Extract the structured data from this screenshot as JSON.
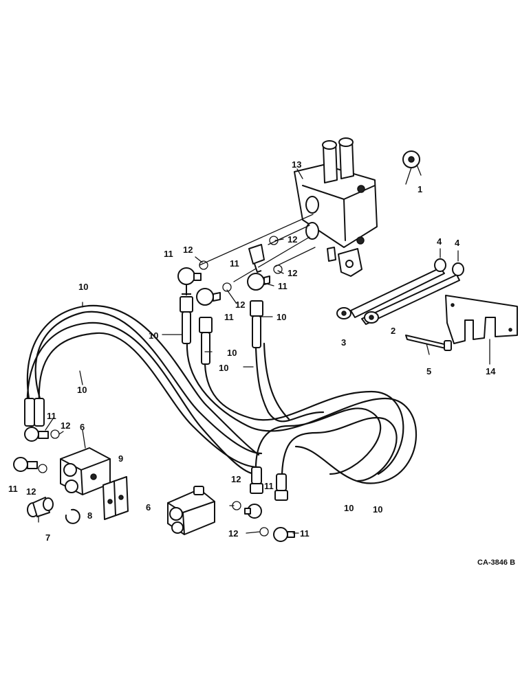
{
  "diagram_code": "CA-3846 B",
  "callouts": [
    {
      "id": "c1",
      "text": "1"
    },
    {
      "id": "c2",
      "text": "2"
    },
    {
      "id": "c3",
      "text": "3"
    },
    {
      "id": "c4a",
      "text": "4"
    },
    {
      "id": "c4b",
      "text": "4"
    },
    {
      "id": "c5",
      "text": "5"
    },
    {
      "id": "c6a",
      "text": "6"
    },
    {
      "id": "c6b",
      "text": "6"
    },
    {
      "id": "c7",
      "text": "7"
    },
    {
      "id": "c8",
      "text": "8"
    },
    {
      "id": "c9",
      "text": "9"
    },
    {
      "id": "c10a",
      "text": "10"
    },
    {
      "id": "c10b",
      "text": "10"
    },
    {
      "id": "c10c",
      "text": "10"
    },
    {
      "id": "c10d",
      "text": "10"
    },
    {
      "id": "c10e",
      "text": "10"
    },
    {
      "id": "c10f",
      "text": "10"
    },
    {
      "id": "c10g",
      "text": "10"
    },
    {
      "id": "c10h",
      "text": "10"
    },
    {
      "id": "c11a",
      "text": "11"
    },
    {
      "id": "c11b",
      "text": "11"
    },
    {
      "id": "c11c",
      "text": "11"
    },
    {
      "id": "c11d",
      "text": "11"
    },
    {
      "id": "c11e",
      "text": "11"
    },
    {
      "id": "c11f",
      "text": "11"
    },
    {
      "id": "c11g",
      "text": "11"
    },
    {
      "id": "c11h",
      "text": "11"
    },
    {
      "id": "c12a",
      "text": "12"
    },
    {
      "id": "c12b",
      "text": "12"
    },
    {
      "id": "c12c",
      "text": "12"
    },
    {
      "id": "c12d",
      "text": "12"
    },
    {
      "id": "c12e",
      "text": "12"
    },
    {
      "id": "c12f",
      "text": "12"
    },
    {
      "id": "c12g",
      "text": "12"
    },
    {
      "id": "c12h",
      "text": "12"
    },
    {
      "id": "c13",
      "text": "13"
    },
    {
      "id": "c14",
      "text": "14"
    }
  ]
}
